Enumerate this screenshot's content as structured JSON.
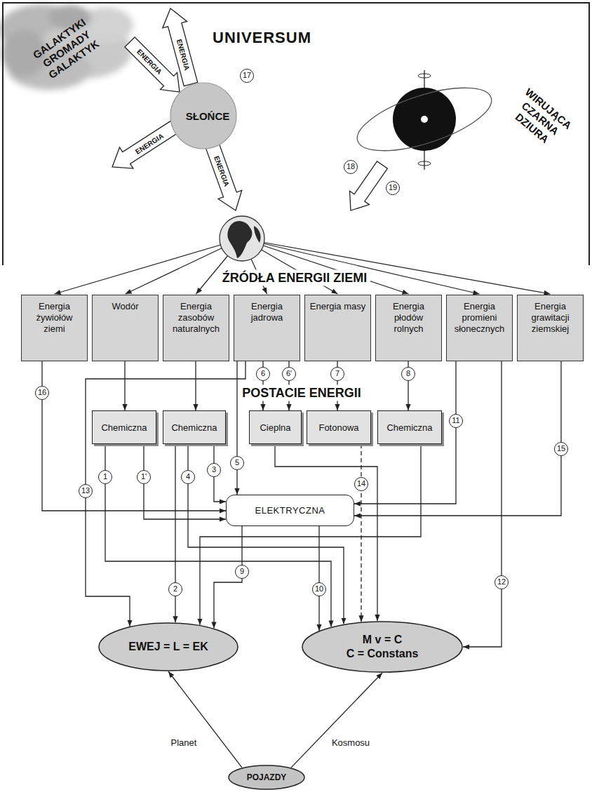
{
  "diagram": {
    "nodes": [
      {
        "text": [
          "UNIVERSUM"
        ]
      },
      {
        "text": [
          "GALAKTYKI GROMADY GALAKTYK"
        ],
        "in": 0
      },
      {
        "text": [
          "SŁOŃCE"
        ],
        "in": 0
      },
      {
        "text": [
          "WIRUJĄCA CZARNA DZIURA"
        ],
        "in": 0
      },
      {
        "text": [
          "Energia żywiołów ziemi"
        ]
      },
      {
        "text": [
          "Wodór"
        ]
      },
      {
        "text": [
          "Energia zasobów naturalnych"
        ]
      },
      {
        "text": [
          "Energia jadrowa"
        ]
      },
      {
        "text": [
          "Energia masy"
        ]
      },
      {
        "text": [
          "Energia płodów rolnych"
        ]
      },
      {
        "text": [
          "Energia promieni słonecznych"
        ]
      },
      {
        "text": [
          "Energia grawitacji ziemskiej"
        ]
      },
      {
        "text": [
          "Chemiczna"
        ]
      },
      {
        "text": [
          "Chemiczna"
        ]
      },
      {
        "text": [
          "Cieplna"
        ]
      },
      {
        "text": [
          "Fotonowa"
        ]
      },
      {
        "text": [
          "Chemiczna"
        ]
      },
      {
        "text": [
          "ELEKTRYCZNA"
        ]
      },
      {
        "text": [
          "EWEJ = L = EK"
        ]
      },
      {
        "text": [
          "M v = C",
          "C = Constans"
        ]
      },
      {
        "text": [
          "POJAZDY"
        ]
      }
    ],
    "edges": [
      {
        "from": 1,
        "to": 2,
        "label": "ENERGIA",
        "arrow": "to"
      },
      {
        "from": 5,
        "to": 12,
        "arrow": "to"
      },
      {
        "from": 6,
        "to": 13,
        "arrow": "to"
      },
      {
        "from": 7,
        "to": 14,
        "label": "6",
        "arrow": "to"
      },
      {
        "from": 7,
        "to": 14,
        "label": "6'",
        "arrow": "to"
      },
      {
        "from": 8,
        "to": 15,
        "label": "7",
        "arrow": "to"
      },
      {
        "from": 9,
        "to": 16,
        "label": "8",
        "arrow": "to"
      },
      {
        "from": 4,
        "to": 17,
        "label": "16",
        "arrow": "to"
      },
      {
        "from": 12,
        "to": 17,
        "label": "1'",
        "arrow": "to"
      },
      {
        "from": 12,
        "to": 19,
        "label": "1",
        "arrow": "to"
      },
      {
        "from": 13,
        "to": 18,
        "label": "2",
        "arrow": "to"
      },
      {
        "from": 13,
        "to": 19,
        "label": "4",
        "arrow": "to"
      },
      {
        "from": 13,
        "to": 17,
        "label": "3",
        "arrow": "to"
      },
      {
        "from": 7,
        "to": 17,
        "label": "5",
        "arrow": "to"
      },
      {
        "from": 7,
        "to": 18,
        "label": "13",
        "arrow": "to"
      },
      {
        "from": 14,
        "to": 19,
        "arrow": "to"
      },
      {
        "from": 15,
        "to": 19,
        "label": "14",
        "arrow": "to"
      },
      {
        "from": 16,
        "to": 18,
        "arrow": "to"
      },
      {
        "from": 10,
        "to": 17,
        "label": "11",
        "arrow": "to"
      },
      {
        "from": 10,
        "to": 19,
        "label": "12",
        "arrow": "to"
      },
      {
        "from": 11,
        "to": 17,
        "label": "15",
        "arrow": "to"
      },
      {
        "from": 17,
        "to": 18,
        "label": "9",
        "arrow": "to"
      },
      {
        "from": 17,
        "to": 19,
        "label": "10",
        "arrow": "to"
      },
      {
        "from": 20,
        "to": 18,
        "label": "Planet",
        "arrow": "to"
      },
      {
        "from": 20,
        "to": 19,
        "label": "Kosmosu",
        "arrow": "to"
      }
    ],
    "labels": [
      "ENERGIA",
      "ENERGIA",
      "ENERGIA",
      "17",
      "18",
      "19",
      "ŹRÓDŁA ENERGII ZIEMI",
      "POSTACIE ENERGII"
    ]
  }
}
